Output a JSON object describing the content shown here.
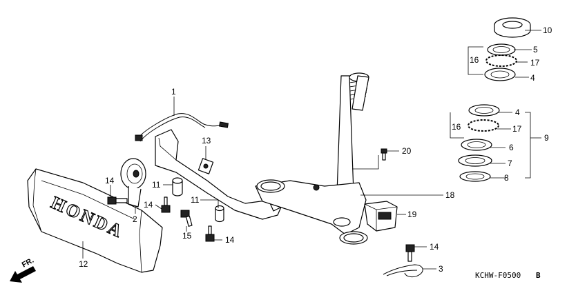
{
  "diagram": {
    "callouts": [
      {
        "id": "c1",
        "text": "1"
      },
      {
        "id": "c2",
        "text": "2"
      },
      {
        "id": "c3",
        "text": "3"
      },
      {
        "id": "c4a",
        "text": "4"
      },
      {
        "id": "c4b",
        "text": "4"
      },
      {
        "id": "c5",
        "text": "5"
      },
      {
        "id": "c6",
        "text": "6"
      },
      {
        "id": "c7",
        "text": "7"
      },
      {
        "id": "c8",
        "text": "8"
      },
      {
        "id": "c9",
        "text": "9"
      },
      {
        "id": "c10",
        "text": "10"
      },
      {
        "id": "c11a",
        "text": "11"
      },
      {
        "id": "c11b",
        "text": "11"
      },
      {
        "id": "c12",
        "text": "12"
      },
      {
        "id": "c13",
        "text": "13"
      },
      {
        "id": "c14a",
        "text": "14"
      },
      {
        "id": "c14b",
        "text": "14"
      },
      {
        "id": "c14c",
        "text": "14"
      },
      {
        "id": "c14d",
        "text": "14"
      },
      {
        "id": "c15",
        "text": "15"
      },
      {
        "id": "c16a",
        "text": "16"
      },
      {
        "id": "c16b",
        "text": "16"
      },
      {
        "id": "c17a",
        "text": "17"
      },
      {
        "id": "c17b",
        "text": "17"
      },
      {
        "id": "c18",
        "text": "18"
      },
      {
        "id": "c19",
        "text": "19"
      },
      {
        "id": "c20",
        "text": "20"
      }
    ],
    "emblem_text": "HONDA",
    "direction_text": "FR.",
    "drawing_code": "KCHW-F0500",
    "drawing_suffix": "B"
  }
}
